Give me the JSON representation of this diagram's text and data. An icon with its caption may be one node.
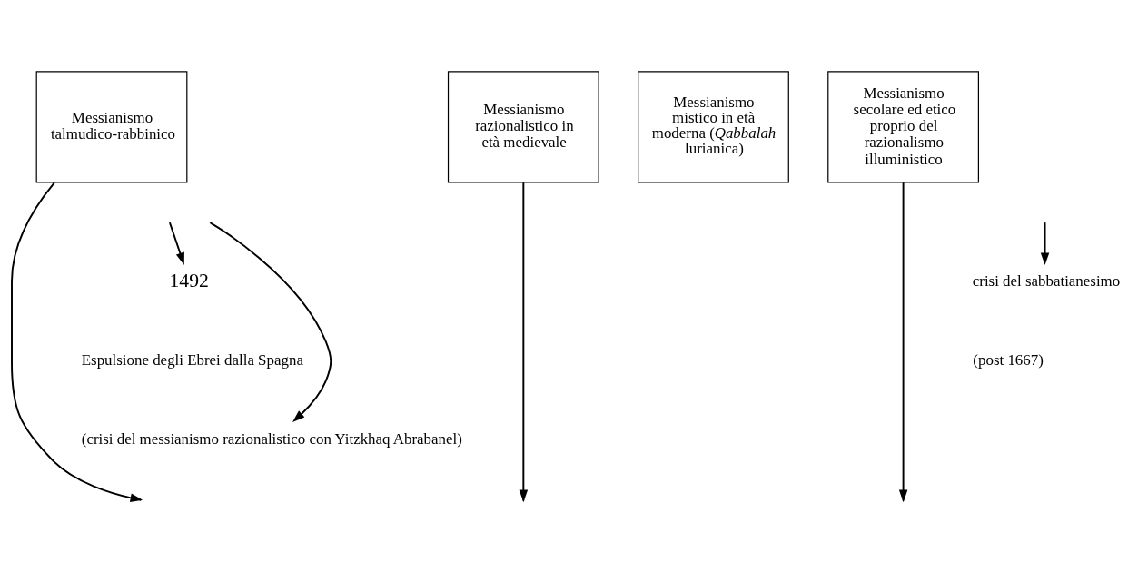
{
  "diagram": {
    "nodes": [
      {
        "text": [
          "Messianismo talmudico-rabbinico"
        ]
      },
      {
        "text": [
          "Messianismo razionalistico in età medievale"
        ]
      },
      {
        "text": [
          "Messianismo mistico in età moderna (*Qabbalah* lurianica)"
        ]
      },
      {
        "text": [
          "Messianismo secolare ed etico proprio del razionalismo illuministico"
        ]
      },
      {
        "text": [
          "1492"
        ]
      },
      {
        "text": [
          "crisi del sabbatianesimo"
        ]
      },
      {
        "text": [
          "(crisi del messianismo razionalistico con Yitzkhaq Abrabanel)"
        ]
      }
    ],
    "edges": [
      {
        "from": 0,
        "to": null,
        "arrow": "to"
      },
      {
        "from": 1,
        "to": null,
        "arrow": "to"
      },
      {
        "from": null,
        "to": 6,
        "arrow": "to"
      },
      {
        "from": null,
        "to": 4,
        "arrow": "to"
      },
      {
        "from": null,
        "to": 5,
        "arrow": "to"
      },
      {
        "from": 3,
        "to": null,
        "arrow": "to"
      }
    ],
    "labels": [
      "Espulsione degli Ebrei dalla Spagna",
      "(post 1667)"
    ]
  }
}
